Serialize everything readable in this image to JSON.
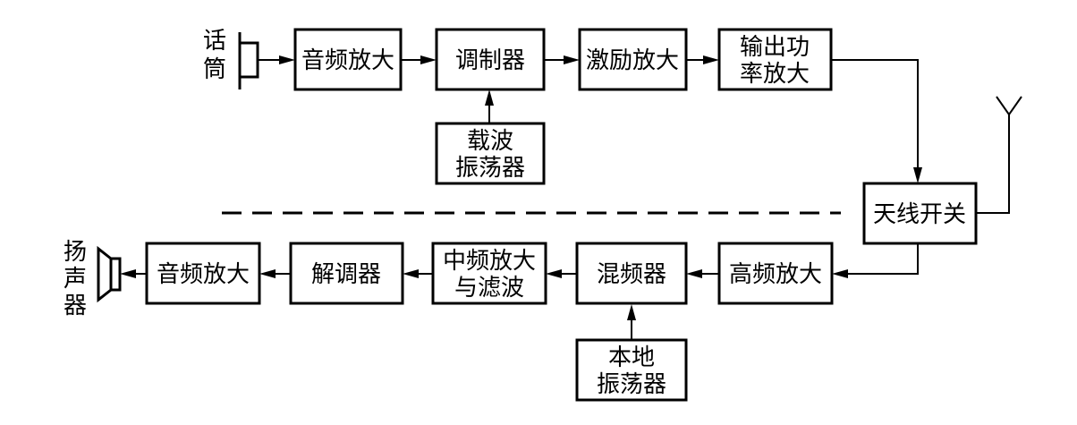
{
  "blocks": {
    "audio_amp_tx": "音频放大",
    "modulator": "调制器",
    "driver_amp": "激励放大",
    "power_amp_line1": "输出功",
    "power_amp_line2": "率放大",
    "carrier_osc_line1": "载波",
    "carrier_osc_line2": "振荡器",
    "antenna_switch": "天线开关",
    "rf_amp": "高频放大",
    "mixer": "混频器",
    "if_amp_line1": "中频放大",
    "if_amp_line2": "与滤波",
    "demodulator": "解调器",
    "audio_amp_rx": "音频放大",
    "local_osc_line1": "本地",
    "local_osc_line2": "振荡器"
  },
  "labels": {
    "mic_1": "话",
    "mic_2": "筒",
    "speaker_1": "扬",
    "speaker_2": "声",
    "speaker_3": "器"
  }
}
